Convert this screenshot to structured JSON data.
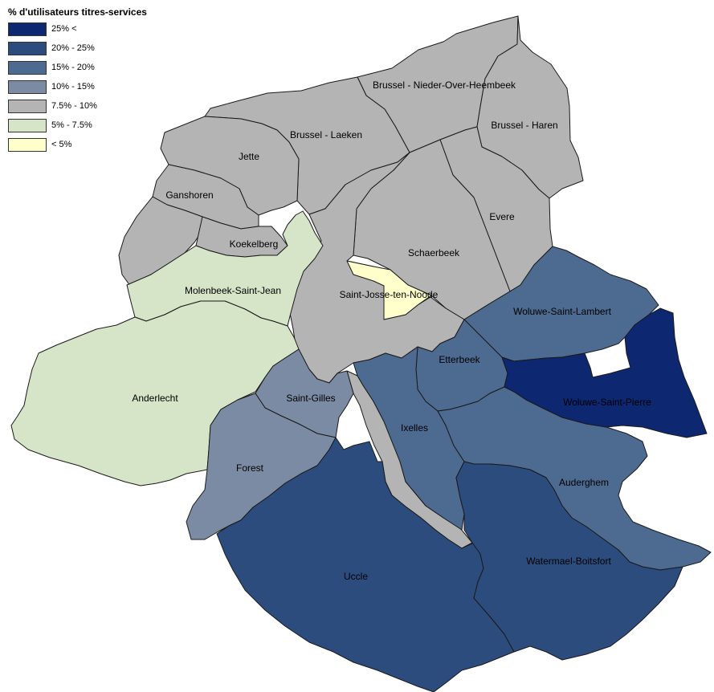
{
  "legend": {
    "title": "% d'utilisateurs titres-services",
    "classes": [
      {
        "label": "25% <",
        "color": "#0d2770"
      },
      {
        "label": "20% - 25%",
        "color": "#2d4c7e"
      },
      {
        "label": "15% - 20%",
        "color": "#4d6a91"
      },
      {
        "label": "10% - 15%",
        "color": "#7b8ba3"
      },
      {
        "label": "7.5% - 10%",
        "color": "#b4b4b4"
      },
      {
        "label": "5% - 7.5%",
        "color": "#d6e4c7"
      },
      {
        "label": "< 5%",
        "color": "#ffffcb"
      }
    ]
  },
  "communes": {
    "nieder": {
      "label": "Brussel - Nieder-Over-Heembeek",
      "class": 4
    },
    "haren": {
      "label": "Brussel - Haren",
      "class": 4
    },
    "laeken": {
      "label": "Brussel - Laeken",
      "class": 4
    },
    "jette": {
      "label": "Jette",
      "class": 4
    },
    "ganshoren": {
      "label": "Ganshoren",
      "class": 4
    },
    "koekelberg": {
      "label": "Koekelberg",
      "class": 4
    },
    "berchem": {
      "label": "",
      "class": 4
    },
    "evere": {
      "label": "Evere",
      "class": 4
    },
    "schaerbeek": {
      "label": "Schaerbeek",
      "class": 4
    },
    "bruxelles": {
      "label": "",
      "class": 4
    },
    "louise": {
      "label": "",
      "class": 4
    },
    "stjosse": {
      "label": "Saint-Josse-ten-Noode",
      "class": 6
    },
    "molenbeek": {
      "label": "Molenbeek-Saint-Jean",
      "class": 5
    },
    "anderlecht": {
      "label": "Anderlecht",
      "class": 5
    },
    "stgilles": {
      "label": "Saint-Gilles",
      "class": 3
    },
    "forest": {
      "label": "Forest",
      "class": 3
    },
    "wsl": {
      "label": "Woluwe-Saint-Lambert",
      "class": 2
    },
    "etterbeek": {
      "label": "Etterbeek",
      "class": 2
    },
    "ixelles": {
      "label": "Ixelles",
      "class": 2
    },
    "auderghem": {
      "label": "Auderghem",
      "class": 2
    },
    "wsp": {
      "label": "Woluwe-Saint-Pierre",
      "class": 0
    },
    "uccle": {
      "label": "Uccle",
      "class": 1
    },
    "watermael": {
      "label": "Watermael-Boitsfort",
      "class": 1
    }
  }
}
